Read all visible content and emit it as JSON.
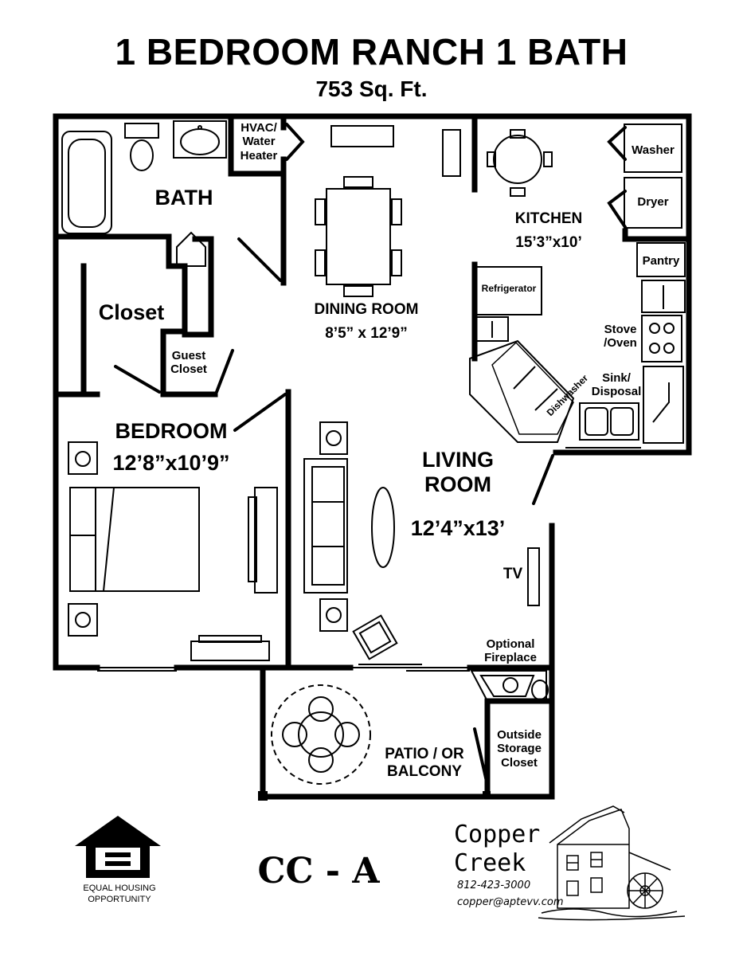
{
  "header": {
    "title": "1 BEDROOM RANCH 1 BATH",
    "area": "753 Sq. Ft."
  },
  "rooms": {
    "hvac": "HVAC/\nWater\nHeater",
    "bath": "BATH",
    "closet": "Closet",
    "guest_closet": "Guest\nCloset",
    "dining": "DINING ROOM",
    "dining_size": "8’5” x 12’9”",
    "kitchen": "KITCHEN",
    "kitchen_size": "15’3”x10’",
    "washer": "Washer",
    "dryer": "Dryer",
    "pantry": "Pantry",
    "refrigerator": "Refrigerator",
    "stove": "Stove\n/Oven",
    "sink": "Sink/\nDisposal",
    "dishwasher": "Dishwasher",
    "bedroom": "BEDROOM",
    "bedroom_size": "12’8”x10’9”",
    "living": "LIVING\nROOM",
    "living_size": "12’4”x13’",
    "tv": "TV",
    "fireplace": "Optional\nFireplace",
    "patio": "PATIO / OR\nBALCONY",
    "storage": "Outside\nStorage\nCloset"
  },
  "footer": {
    "code": "CC - A",
    "brand_line1": "Copper",
    "brand_line2": "Creek",
    "phone": "812-423-3000",
    "email": "copper@aptevv.com",
    "eho_line1": "EQUAL HOUSING",
    "eho_line2": "OPPORTUNITY"
  },
  "colors": {
    "ink": "#000000",
    "paper": "#ffffff"
  }
}
